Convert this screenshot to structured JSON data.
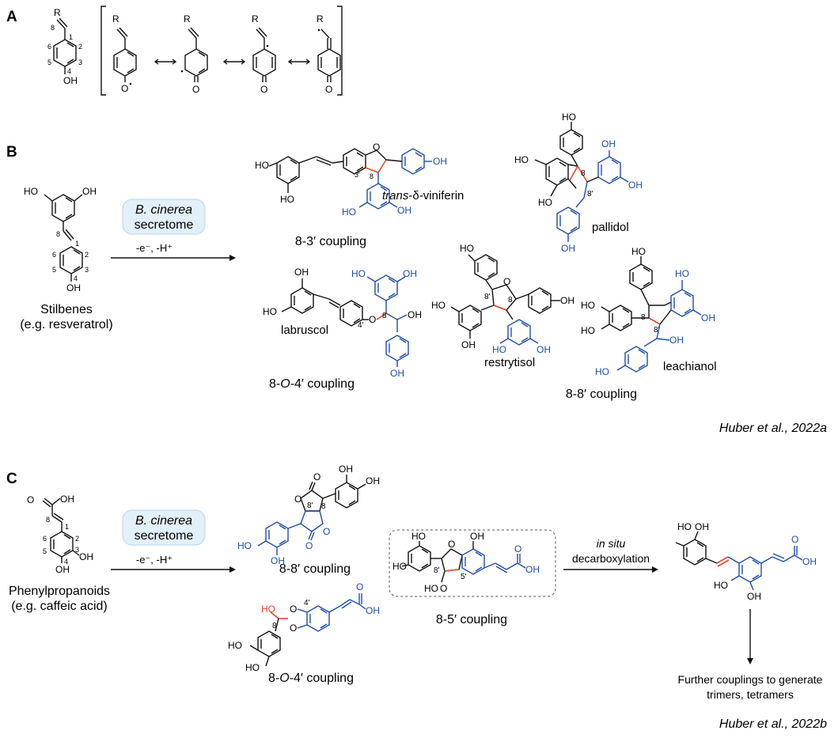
{
  "panels": {
    "a": "A",
    "b": "B",
    "c": "C"
  },
  "panel_a": {
    "r": "R",
    "oh": "OH",
    "o_rad": "O",
    "o": "O",
    "positions": [
      "8",
      "1",
      "2",
      "3",
      "4",
      "5",
      "6"
    ]
  },
  "panel_b": {
    "start_oh_left": "HO",
    "start_oh_right": "OH",
    "start_oh_bottom": "OH",
    "start_positions": [
      "8",
      "1",
      "2",
      "3",
      "4",
      "5",
      "6"
    ],
    "start_caption_line1": "Stilbenes",
    "start_caption_line2": "(e.g. resveratrol)",
    "enzyme_line1": "B. cinerea",
    "enzyme_line2": "secretome",
    "conditions": "-e⁻, -H⁺",
    "viniferin": {
      "ho_a": "HO",
      "ho_b": "HO",
      "oh_right": "OH",
      "ho_bottom": "HO",
      "oh_bottom": "OH",
      "o": "O",
      "pos_3p": "3'",
      "pos_8": "8",
      "name_italic": "trans",
      "name_rest": "-δ-viniferin"
    },
    "coupling_83": "8-3′ coupling",
    "pallidol": {
      "oh_top": "HO",
      "ho_left": "HO",
      "oh_r1": "OH",
      "ho_bl": "HO",
      "oh_r2": "OH",
      "oh_bottom": "OH",
      "pos_8": "8",
      "pos_8p": "8'",
      "name": "pallidol"
    },
    "labruscol": {
      "oh_top": "OH",
      "ho_left": "HO",
      "ho_b1": "HO",
      "oh_b2": "OH",
      "oh_mid": "OH",
      "oh_bottom": "OH",
      "o": "O",
      "pos_4p": "4'",
      "pos_8": "8",
      "name": "labruscol"
    },
    "coupling_8o4_prefix": "8-",
    "coupling_8o4_italic": "O",
    "coupling_8o4_suffix": "-4′ coupling",
    "restrytisol": {
      "ho_top": "HO",
      "ho_left": "HO",
      "oh_right": "OH",
      "oh_left2": "OH",
      "ho_b": "HO",
      "oh_b": "OH",
      "o": "O",
      "pos_8p": "8'",
      "pos_8": "8",
      "name": "restrytisol"
    },
    "leachianol": {
      "ho_top": "HO",
      "ho_left": "HO",
      "oh_r1": "HO",
      "oh_r2": "OH",
      "oh_left2": "HO",
      "oh_mid": "OH",
      "ho_bottom": "HO",
      "pos_8": "8",
      "pos_8p": "8'",
      "name": "leachianol"
    },
    "coupling_88": "8-8′ coupling",
    "citation": "Huber et al., 2022a"
  },
  "panel_c": {
    "start_o": "O",
    "start_oh_acid": "OH",
    "start_oh_right": "OH",
    "start_oh_bottom": "OH",
    "start_positions": [
      "8",
      "1",
      "2",
      "3",
      "4",
      "5",
      "6"
    ],
    "start_caption_line1": "Phenylpropanoids",
    "start_caption_line2": "(e.g. caffeic acid)",
    "enzyme_line1": "B. cinerea",
    "enzyme_line2": "secretome",
    "conditions": "-e⁻, -H⁺",
    "dilactone": {
      "o_top": "O",
      "oh_t1": "OH",
      "oh_t2": "OH",
      "o1": "O",
      "o2": "O",
      "o_bottom": "O",
      "ho_b": "HO",
      "oh_b": "OH",
      "pos_8p": "8'",
      "pos_8": "8"
    },
    "coupling_88": "8-8′ coupling",
    "benzodioxane": {
      "o_top": "O",
      "oh_top": "OH",
      "ho": "HO",
      "o1": "O",
      "o2": "O",
      "ho_b1": "HO",
      "ho_b2": "HO",
      "pos_8": "8'",
      "pos_4p": "4'"
    },
    "coupling_8o4_prefix": "8-",
    "coupling_8o4_italic": "O",
    "coupling_8o4_suffix": "-4′ coupling",
    "dihydrobenzofuran": {
      "ho_t": "HO",
      "ho_l": "HO",
      "oh_top": "OH",
      "o_ring": "O",
      "o_acid": "O",
      "oh_acid": "OH",
      "ho_acid2": "HO",
      "o_acid2": "O",
      "pos_8": "8'",
      "pos_5p": "5'"
    },
    "coupling_85": "8-5′ coupling",
    "decarb_line1": "in situ",
    "decarb_line2": "decarboxylation",
    "product": {
      "ho_t": "HO",
      "oh_t": "OH",
      "o": "O",
      "oh": "OH",
      "ho_b": "HO",
      "oh_b": "OH"
    },
    "further_line1": "Further couplings to generate",
    "further_line2": "trimers, tetramers",
    "citation": "Huber et al., 2022b"
  },
  "colors": {
    "blue": "#1f4ea8",
    "red": "#e04a2a",
    "enzyme_box": "#e2f0fa"
  }
}
